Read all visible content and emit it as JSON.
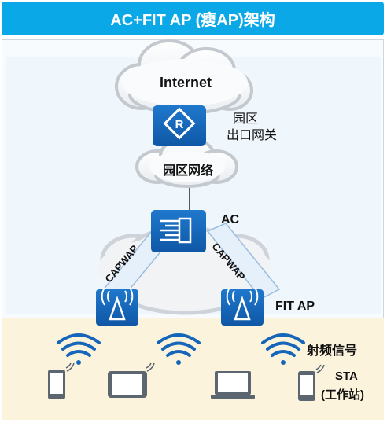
{
  "title": "AC+FIT AP (瘦AP)架构",
  "internet_label": "Internet",
  "gateway_label_line1": "园区",
  "gateway_label_line2": "出口网关",
  "campus_network_label": "园区网络",
  "ac_label": "AC",
  "tunnel_left_label": "CAPWAP",
  "tunnel_right_label": "CAPWAP",
  "fit_ap_label": "FIT AP",
  "rf_signal_label": "射频信号",
  "sta_label_line1": "STA",
  "sta_label_line2": "(工作站)",
  "colors": {
    "title_bg": "#0BA8E8",
    "device_blue": "#1565B8",
    "lower_band": "#FCF3DD"
  }
}
